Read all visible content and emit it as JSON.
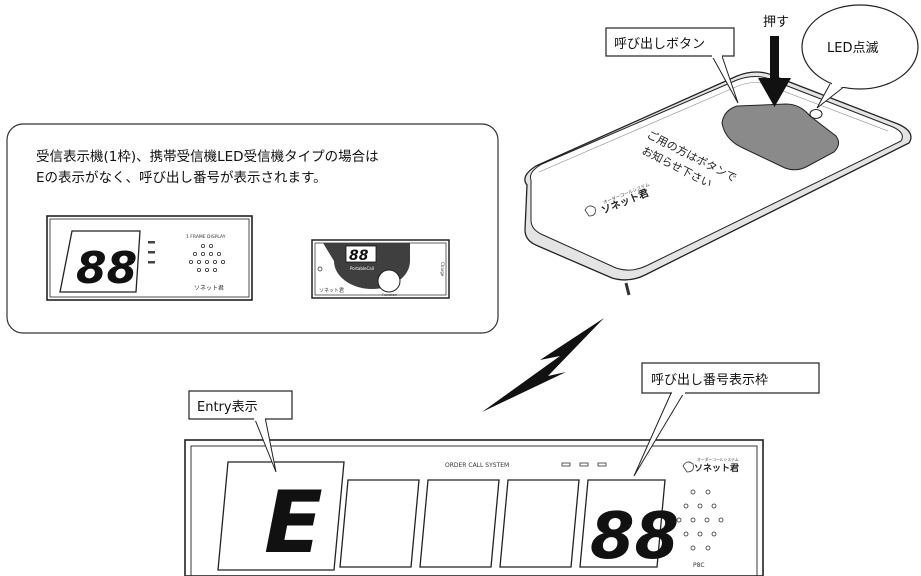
{
  "info_box": {
    "line1": "受信表示機(1枠)、携帯受信機LED受信機タイプの場合は",
    "line2": "Eの表示がなく、呼び出し番号が表示されます。"
  },
  "small_display": {
    "digits": "88",
    "label": "1 FRAME DISPLAY",
    "logo": "ソネット君"
  },
  "portable_receiver": {
    "digits": "88",
    "label": "PortableCall",
    "button_label": "Function",
    "logo": "ソネット君",
    "side_label": "Charge"
  },
  "pager_button": {
    "callout_button": "呼び出しボタン",
    "callout_press": "押す",
    "callout_led": "LED点滅",
    "face_text_line1": "ご用の方はボタンで",
    "face_text_line2": "お知らせ下さい",
    "logo": "ソネット君",
    "logo_sub": "オーダーコールシステム"
  },
  "main_display": {
    "callout_entry": "Entry表示",
    "callout_number": "呼び出し番号表示枠",
    "system_label": "ORDER CALL SYSTEM",
    "entry_char": "E",
    "number_digits": "88",
    "logo": "ソネット君",
    "logo_sub": "オーダーコールシステム",
    "model": "P8C"
  }
}
